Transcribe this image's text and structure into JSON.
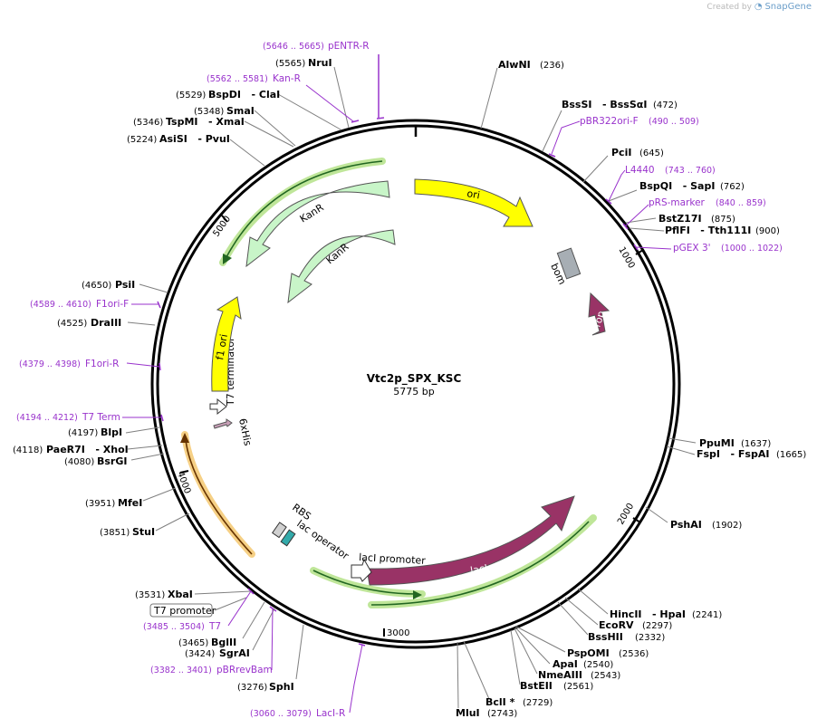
{
  "header": {
    "watermark_prefix": "Created by",
    "watermark_brand": "SnapGene"
  },
  "plasmid": {
    "name": "Vtc2p_SPX_KSC",
    "size_label": "5775 bp"
  },
  "colors": {
    "ori": "#ffff00",
    "kanR": "#c8f5c8",
    "lacI": "#993366",
    "rop": "#993366",
    "bom": "#a7aeb4",
    "f1ori": "#ffff00",
    "primer": "#9933cc",
    "glow_green": "#aadd77",
    "glow_orange": "#f5c870"
  },
  "ticks": [
    {
      "label": "1000"
    },
    {
      "label": "2000"
    },
    {
      "label": "3000"
    },
    {
      "label": "4000"
    },
    {
      "label": "5000"
    }
  ],
  "features": [
    {
      "name": "ori"
    },
    {
      "name": "bom"
    },
    {
      "name": "rop"
    },
    {
      "name": "lacI"
    },
    {
      "name": "lacI promoter"
    },
    {
      "name": "lac operator"
    },
    {
      "name": "RBS"
    },
    {
      "name": "6xHis"
    },
    {
      "name": "T7 terminator"
    },
    {
      "name": "f1 ori"
    },
    {
      "name": "KanR"
    },
    {
      "name": "KanR"
    }
  ],
  "enzymes": [
    {
      "name": "AlwNI",
      "pos": "(236)"
    },
    {
      "name": "BssSI   - BssSαI",
      "pos": "(472)"
    },
    {
      "name": "PciI",
      "pos": "(645)"
    },
    {
      "name": "BspQI   - SapI",
      "pos": "(762)"
    },
    {
      "name": "BstZ17I",
      "pos": "(875)"
    },
    {
      "name": "PflFI   - Tth111I",
      "pos": "(900)"
    },
    {
      "name": "PpuMI",
      "pos": "(1637)"
    },
    {
      "name": "FspI   - FspAI",
      "pos": "(1665)"
    },
    {
      "name": "PshAI",
      "pos": "(1902)"
    },
    {
      "name": "HincII   - HpaI",
      "pos": "(2241)"
    },
    {
      "name": "EcoRV",
      "pos": "(2297)"
    },
    {
      "name": "BssHII",
      "pos": "(2332)"
    },
    {
      "name": "PspOMI",
      "pos": "(2536)"
    },
    {
      "name": "ApaI",
      "pos": "(2540)"
    },
    {
      "name": "NmeAIII",
      "pos": "(2543)"
    },
    {
      "name": "BstEII",
      "pos": "(2561)"
    },
    {
      "name": "BclI *",
      "pos": "(2729)"
    },
    {
      "name": "MluI",
      "pos": "(2743)"
    },
    {
      "name": "SphI",
      "pos": "(3276)"
    },
    {
      "name": "SgrAI",
      "pos": "(3424)"
    },
    {
      "name": "BglII",
      "pos": "(3465)"
    },
    {
      "name": "XbaI",
      "pos": "(3531)"
    },
    {
      "name": "StuI",
      "pos": "(3851)"
    },
    {
      "name": "MfeI",
      "pos": "(3951)"
    },
    {
      "name": "BsrGI",
      "pos": "(4080)"
    },
    {
      "name": "PaeR7I   - XhoI",
      "pos": "(4118)"
    },
    {
      "name": "BlpI",
      "pos": "(4197)"
    },
    {
      "name": "DraIII",
      "pos": "(4525)"
    },
    {
      "name": "PsiI",
      "pos": "(4650)"
    },
    {
      "name": "AsiSI   - PvuI",
      "pos": "(5224)"
    },
    {
      "name": "TspMI   - XmaI",
      "pos": "(5346)"
    },
    {
      "name": "SmaI",
      "pos": "(5348)"
    },
    {
      "name": "BspDI   - ClaI",
      "pos": "(5529)"
    },
    {
      "name": "NruI",
      "pos": "(5565)"
    }
  ],
  "primers": [
    {
      "name": "pENTR-R",
      "pos": "(5646 .. 5665)"
    },
    {
      "name": "Kan-R",
      "pos": "(5562 .. 5581)"
    },
    {
      "name": "pBR322ori-F",
      "pos": "(490 .. 509)"
    },
    {
      "name": "L4440",
      "pos": "(743 .. 760)"
    },
    {
      "name": "pRS-marker",
      "pos": "(840 .. 859)"
    },
    {
      "name": "pGEX 3'",
      "pos": "(1000 .. 1022)"
    },
    {
      "name": "F1ori-F",
      "pos": "(4589 .. 4610)"
    },
    {
      "name": "F1ori-R",
      "pos": "(4379 .. 4398)"
    },
    {
      "name": "T7 Term",
      "pos": "(4194 .. 4212)"
    },
    {
      "name": "T7",
      "pos": "(3485 .. 3504)"
    },
    {
      "name": "pBRrevBam",
      "pos": "(3382 .. 3401)"
    },
    {
      "name": "LacI-R",
      "pos": "(3060 .. 3079)"
    }
  ],
  "boxed_label": {
    "name": "T7 promoter"
  }
}
